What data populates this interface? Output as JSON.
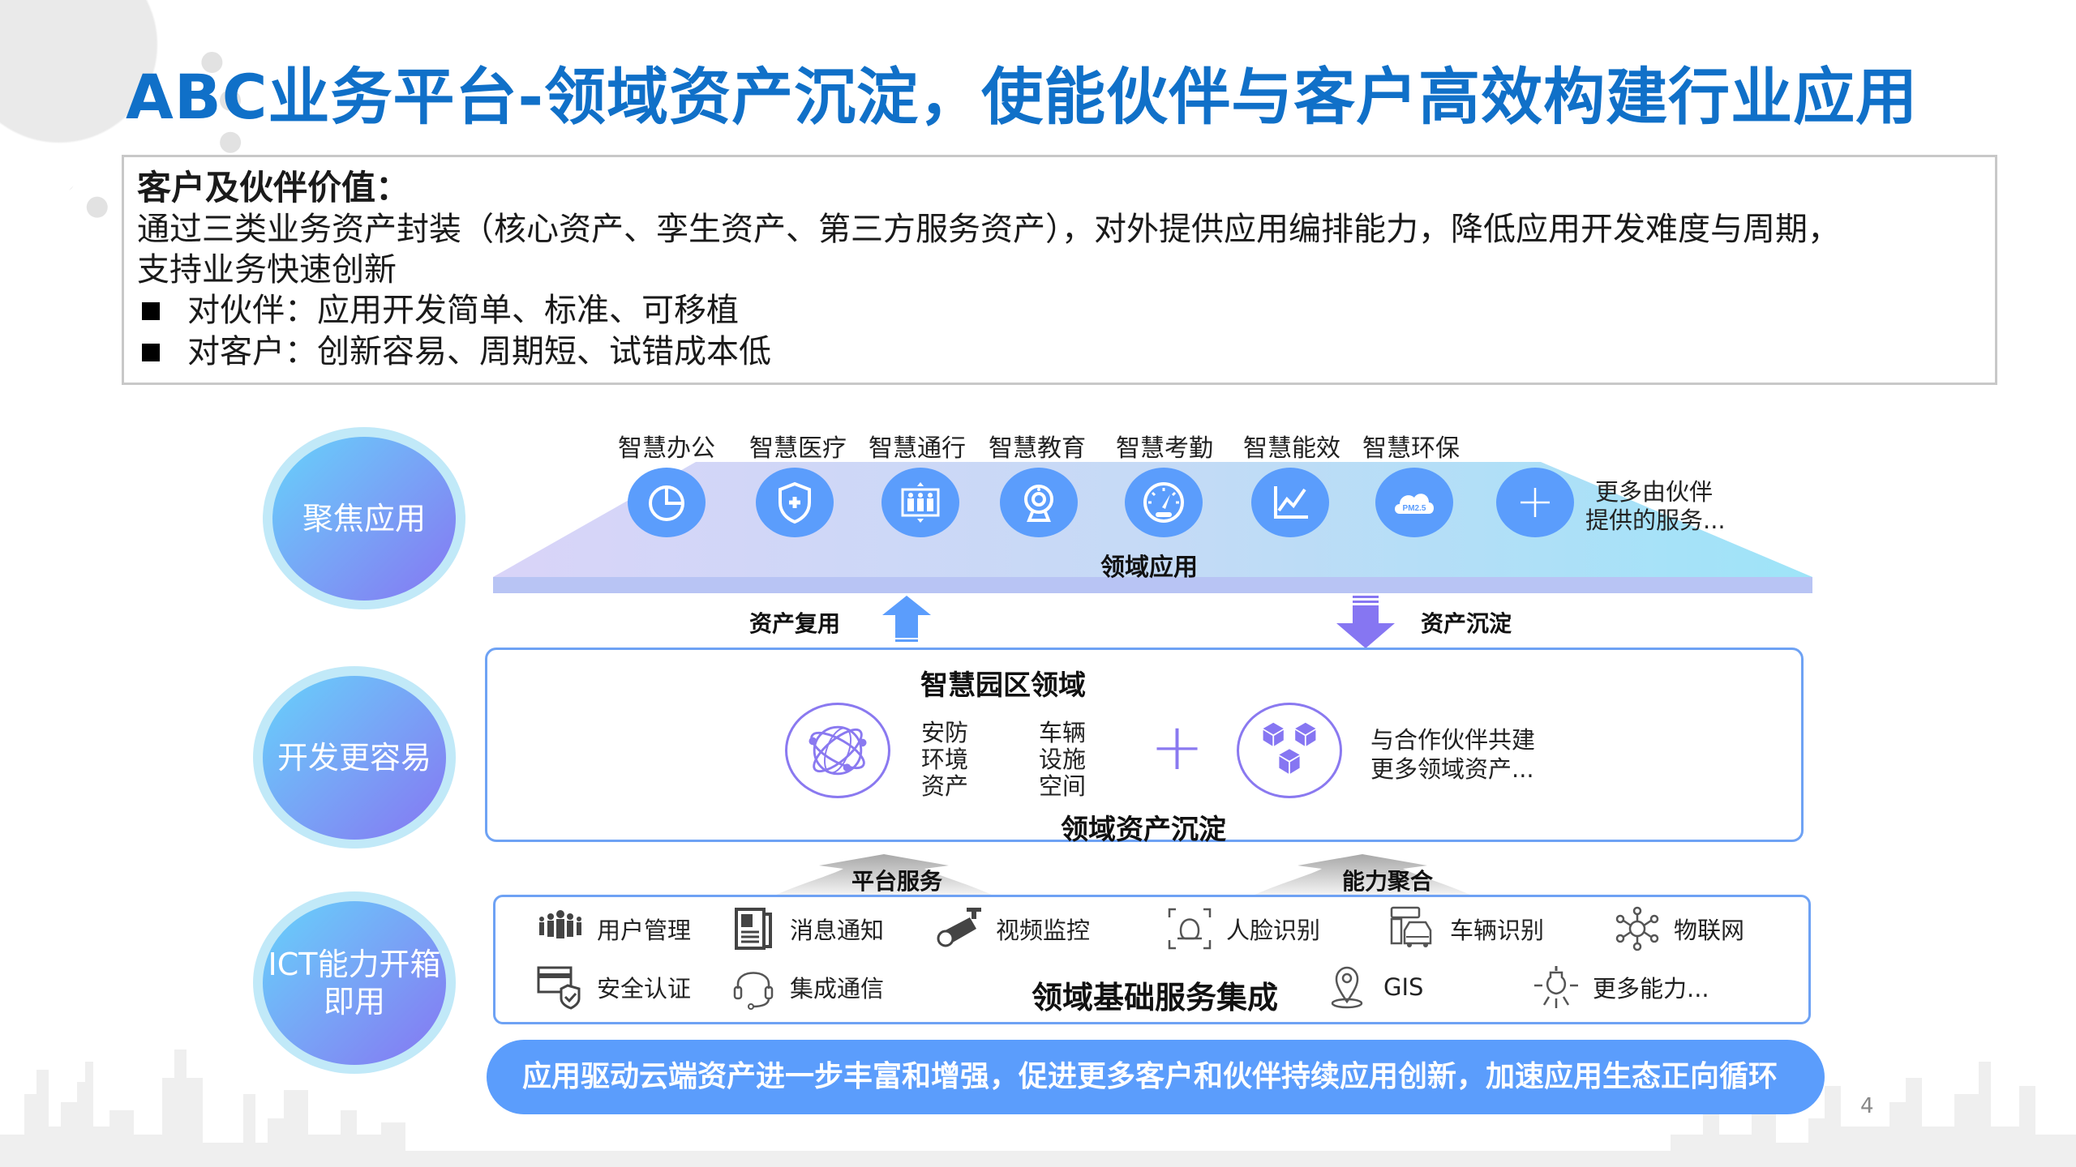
{
  "title": "ABC业务平台-领域资产沉淀，使能伙伴与客户高效构建行业应用",
  "value_box": {
    "heading": "客户及伙伴价值：",
    "text_line1": "通过三类业务资产封装（核心资产、孪生资产、第三方服务资产），对外提供应用编排能力，降低应用开发难度与周期，",
    "text_line2": "支持业务快速创新",
    "bullets": [
      "对伙伴：应用开发简单、标准、可移植",
      "对客户：创新容易、周期短、试错成本低"
    ]
  },
  "side_circles": [
    {
      "label": "聚焦应用"
    },
    {
      "label": "开发更容易"
    },
    {
      "label_line1": "ICT能力开箱",
      "label_line2": "即用"
    }
  ],
  "domain_apps": {
    "apps": [
      {
        "label": "智慧办公",
        "icon": "pie-chart-icon"
      },
      {
        "label": "智慧医疗",
        "icon": "medical-shield-icon"
      },
      {
        "label": "智慧通行",
        "icon": "elevator-icon"
      },
      {
        "label": "智慧教育",
        "icon": "webcam-icon"
      },
      {
        "label": "智慧考勤",
        "icon": "speedometer-icon"
      },
      {
        "label": "智慧能效",
        "icon": "line-chart-icon"
      },
      {
        "label": "智慧环保",
        "icon": "pm25-cloud-icon"
      }
    ],
    "more_line1": "更多由伙伴",
    "more_line2": "提供的服务...",
    "layer_label": "领域应用"
  },
  "arrows": {
    "reuse_label": "资产复用",
    "deposit_label": "资产沉淀"
  },
  "domain_assets": {
    "title": "智慧园区领域",
    "col1": [
      "安防",
      "环境",
      "资产"
    ],
    "col2": [
      "车辆",
      "设施",
      "空间"
    ],
    "plus": "+",
    "partner_line1": "与合作伙伴共建",
    "partner_line2": "更多领域资产...",
    "layer_label": "领域资产沉淀"
  },
  "flow_labels": {
    "platform_service": "平台服务",
    "capability_aggregation": "能力聚合"
  },
  "basic_services": {
    "row1": [
      {
        "label": "用户管理",
        "icon": "users-icon"
      },
      {
        "label": "消息通知",
        "icon": "newspaper-icon"
      },
      {
        "label": "视频监控",
        "icon": "cctv-camera-icon"
      },
      {
        "label": "人脸识别",
        "icon": "face-scan-icon"
      },
      {
        "label": "车辆识别",
        "icon": "vehicle-scan-icon"
      },
      {
        "label": "物联网",
        "icon": "iot-network-icon"
      }
    ],
    "row2": [
      {
        "label": "安全认证",
        "icon": "security-shield-icon"
      },
      {
        "label": "集成通信",
        "icon": "headset-icon"
      },
      {
        "label": "GIS",
        "icon": "map-pin-icon"
      },
      {
        "label": "更多能力...",
        "icon": "lightbulb-icon"
      }
    ],
    "layer_label": "领域基础服务集成"
  },
  "banner": "应用驱动云端资产进一步丰富和增强，促进更多客户和伙伴持续应用创新，加速应用生态正向循环",
  "page_number": "4",
  "colors": {
    "title_blue": "#1070C8",
    "icon_blue": "#5b9dfc",
    "purple": "#8676f2",
    "box_border": "#6ea2f4",
    "trap_left": "#d4d3f8",
    "trap_right": "#9ee3f8"
  }
}
